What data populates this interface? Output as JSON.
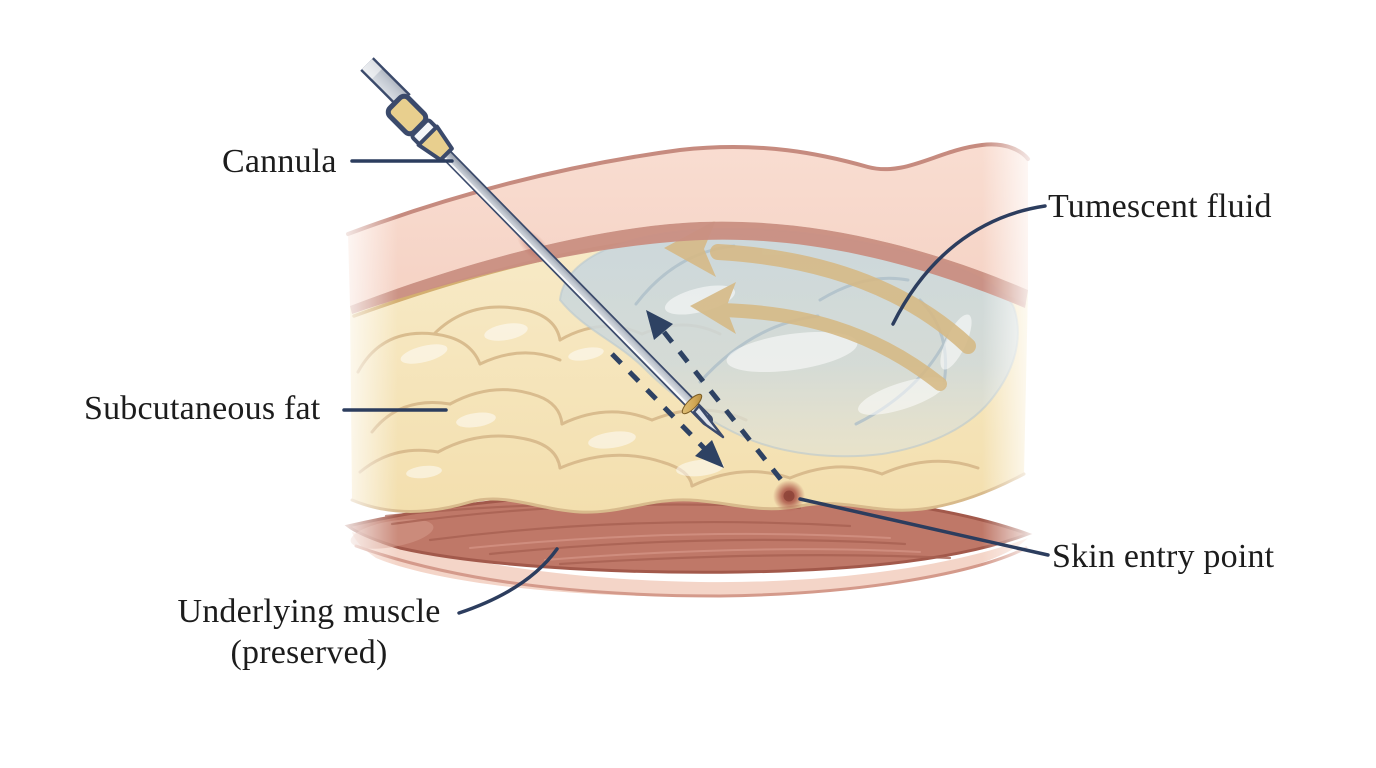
{
  "figure": {
    "background": "#ffffff",
    "kind": "medical cross-section illustration"
  },
  "labels": {
    "cannula": "Cannula",
    "tumescent_fluid": "Tumescent fluid",
    "subcutaneous_fat": "Subcutaneous fat",
    "skin_entry_point": "Skin entry point",
    "underlying_muscle_line1": "Underlying muscle",
    "underlying_muscle_line2": "(preserved)"
  },
  "colors": {
    "label-ink": "#1c1c1c",
    "leader-navy": "#2c3d5e",
    "outline-navy": "#3b4a6b",
    "motion-arrow-navy": "#2e4263",
    "skin-fill": "#f8dacd",
    "skin-outline": "#c68b7f",
    "dermis-band": "#c98e82",
    "fat-fill": "#f7e7c1",
    "fat-outline": "#d8ba8c",
    "fat-top-outline": "#cfa868",
    "fluid-fill": "#cbd8de",
    "fluid-line": "#aebfc9",
    "muscle-fill": "#bf7868",
    "muscle-outline": "#a2594b",
    "muscle-striation": "#a86152",
    "muscle-highlight": "#d29183",
    "fascia-fill": "#f4d5c8",
    "fascia-outline": "#d49a8b",
    "flow-arrow-tan": "#d6ba87",
    "entry-red": "#a34f41",
    "gold": "#d2a855",
    "metal": "#c6ccd5"
  }
}
